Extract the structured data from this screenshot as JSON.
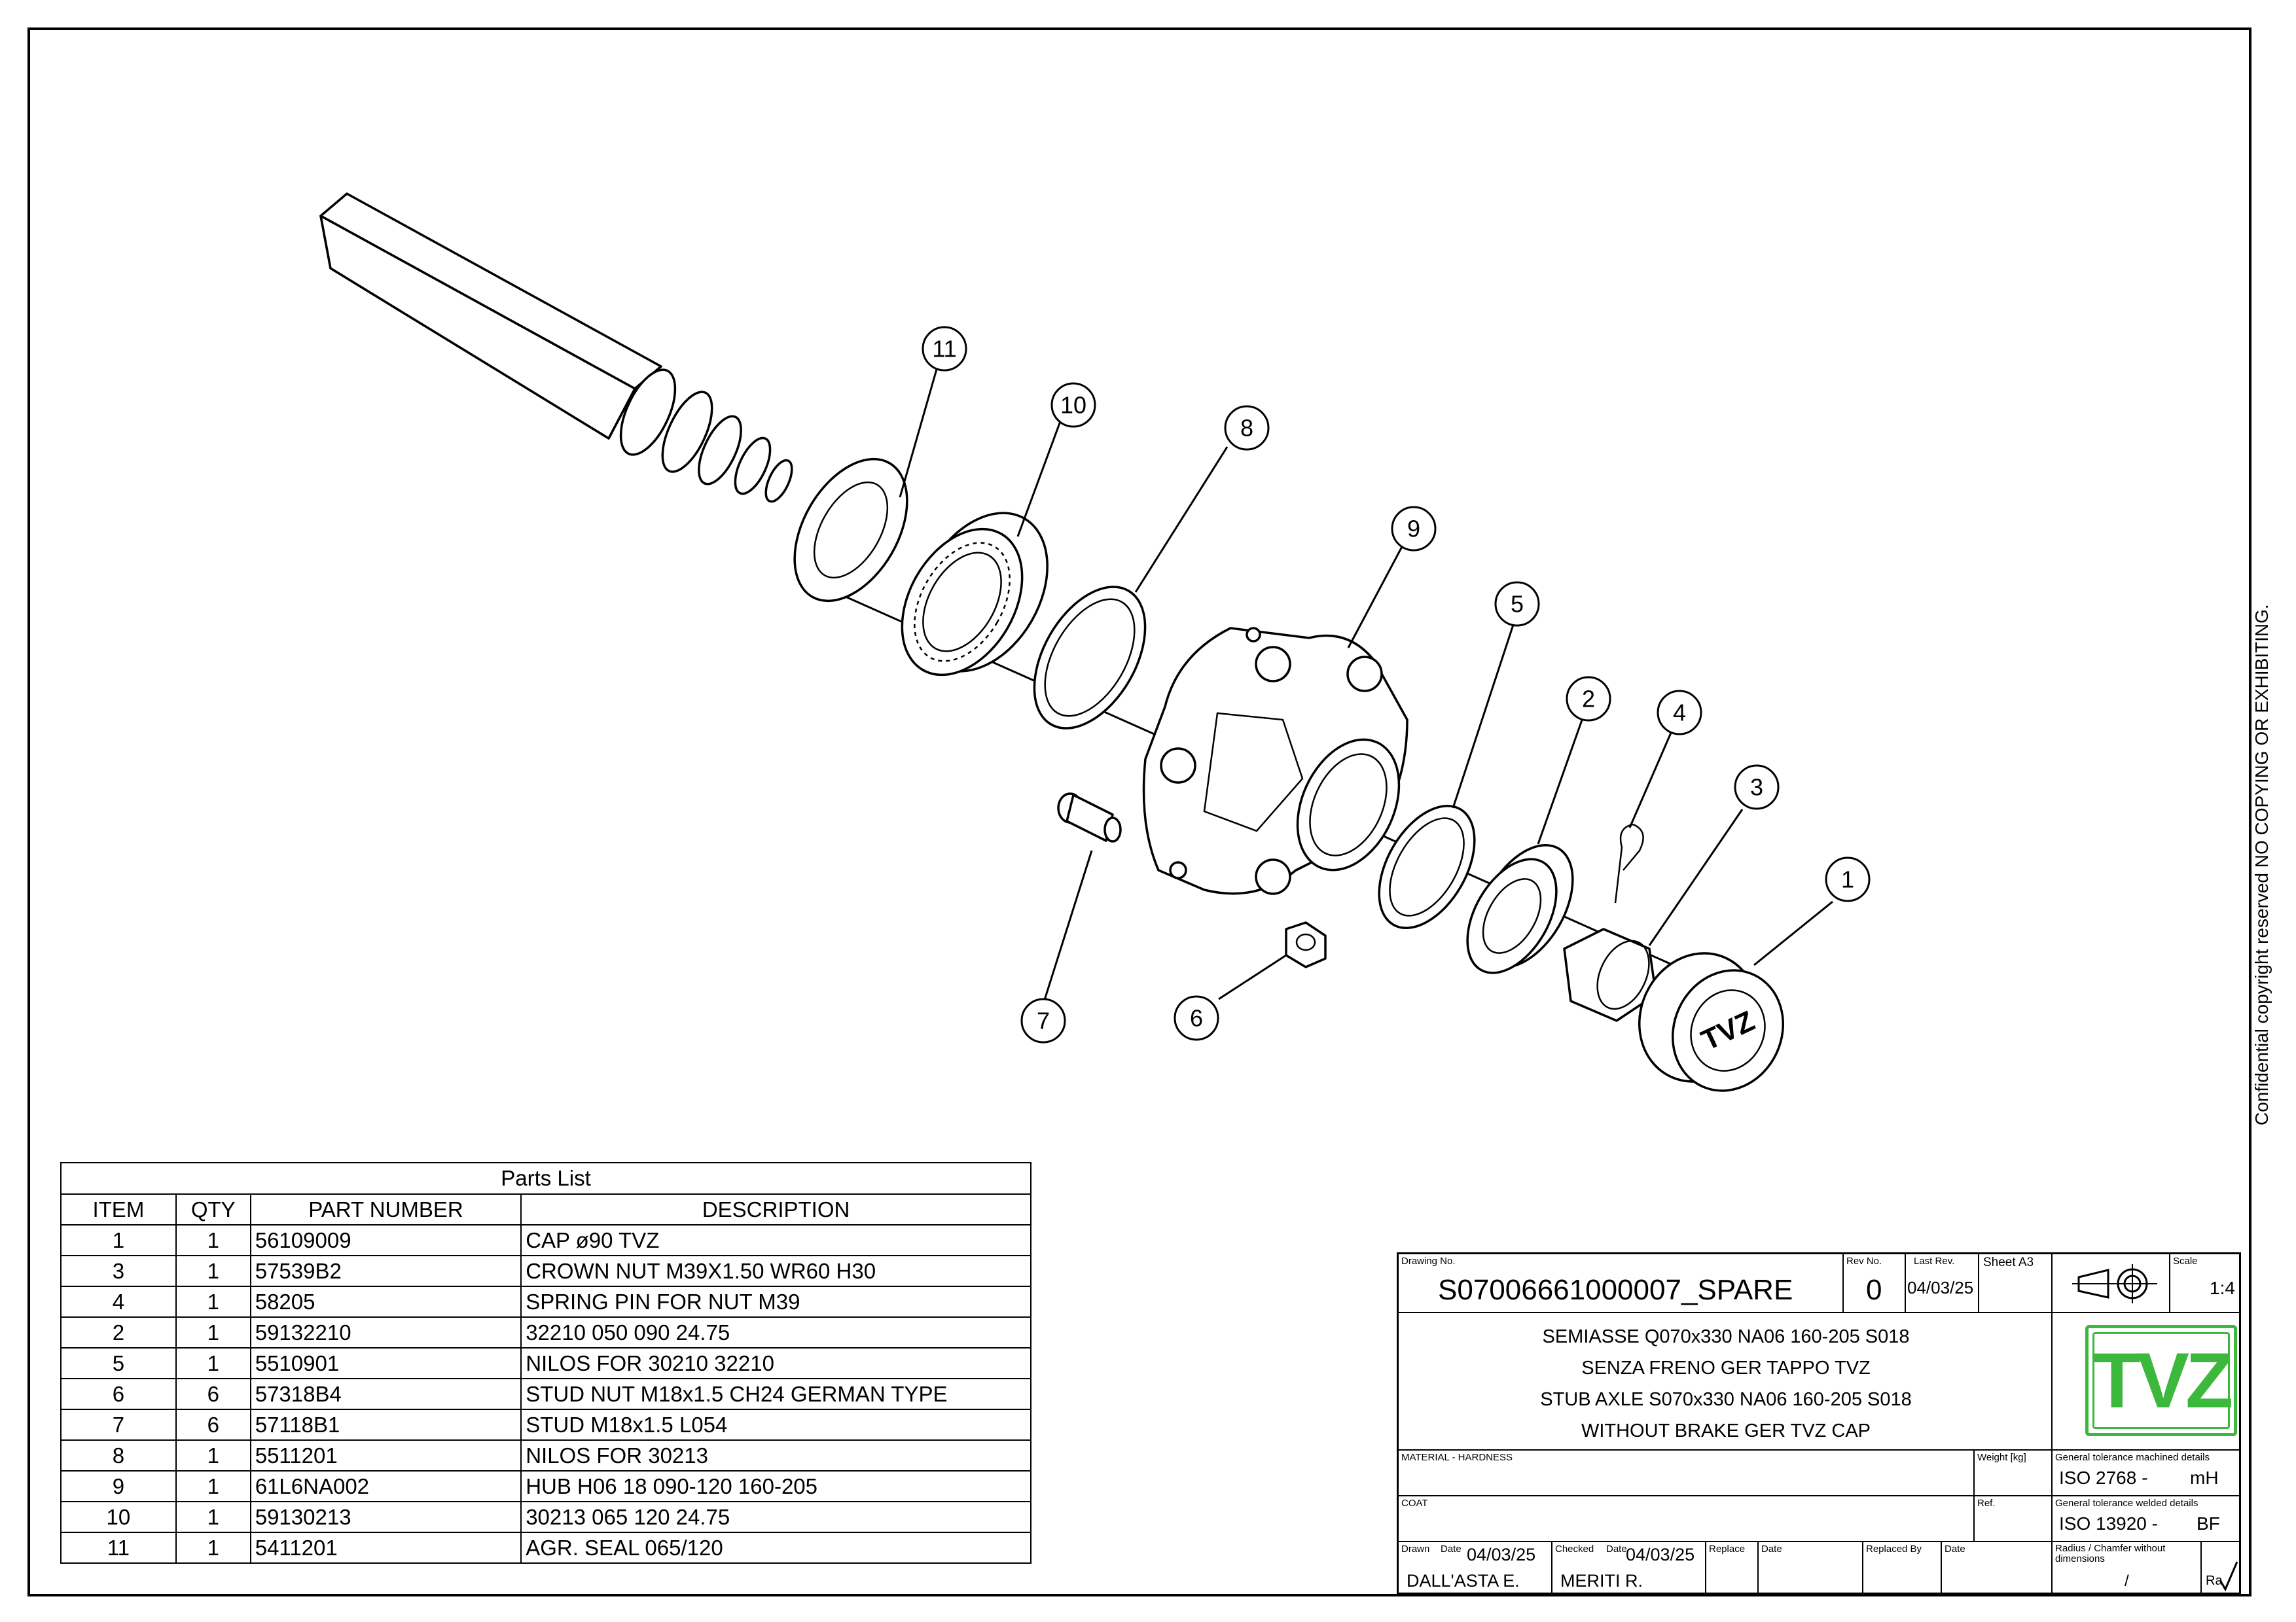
{
  "confidential_note": "Confidential copyright reserved NO COPYING OR EXHIBITING.",
  "callouts": [
    {
      "label": "11"
    },
    {
      "label": "10"
    },
    {
      "label": "8"
    },
    {
      "label": "9"
    },
    {
      "label": "5"
    },
    {
      "label": "2"
    },
    {
      "label": "4"
    },
    {
      "label": "3"
    },
    {
      "label": "1"
    },
    {
      "label": "7"
    },
    {
      "label": "6"
    }
  ],
  "parts_list": {
    "title": "Parts List",
    "headers": [
      "ITEM",
      "QTY",
      "PART NUMBER",
      "DESCRIPTION"
    ],
    "rows": [
      [
        "1",
        "1",
        "56109009",
        "CAP ø90 TVZ"
      ],
      [
        "3",
        "1",
        "57539B2",
        "CROWN NUT M39X1.50 WR60 H30"
      ],
      [
        "4",
        "1",
        "58205",
        "SPRING PIN FOR NUT M39"
      ],
      [
        "2",
        "1",
        "59132210",
        "32210 050 090 24.75"
      ],
      [
        "5",
        "1",
        "5510901",
        "NILOS FOR 30210 32210"
      ],
      [
        "6",
        "6",
        "57318B4",
        "STUD NUT M18x1.5 CH24 GERMAN TYPE"
      ],
      [
        "7",
        "6",
        "57118B1",
        "STUD M18x1.5 L054"
      ],
      [
        "8",
        "1",
        "5511201",
        "NILOS FOR 30213"
      ],
      [
        "9",
        "1",
        "61L6NA002",
        "HUB H06 18 090-120 160-205"
      ],
      [
        "10",
        "1",
        "59130213",
        "30213 065 120 24.75"
      ],
      [
        "11",
        "1",
        "5411201",
        "AGR. SEAL 065/120"
      ]
    ]
  },
  "title_block": {
    "drawing_no_label": "Drawing No.",
    "drawing_no": "S07006661000007_SPARE",
    "rev_label": "Rev No.",
    "rev": "0",
    "last_rev_label": "Last Rev.",
    "last_rev": "04/03/25",
    "sheet_label": "Sheet A3",
    "scale_label": "Scale",
    "scale": "1:4",
    "description": [
      "SEMIASSE Q070x330 NA06 160-205 S018",
      "SENZA FRENO GER TAPPO TVZ",
      "STUB AXLE S070x330 NA06 160-205 S018",
      "WITHOUT BRAKE GER TVZ CAP"
    ],
    "logo_text": "TVZ",
    "logo_color": "#3cb83c",
    "material_label": "MATERIAL - HARDNESS",
    "weight_label": "Weight [kg]",
    "coat_label": "COAT",
    "ref_label": "Ref.",
    "tol_machined_label": "General tolerance machined details",
    "tol_machined_value": "ISO 2768 -",
    "tol_machined_class": "mH",
    "tol_welded_label": "General tolerance welded details",
    "tol_welded_value": "ISO 13920 -",
    "tol_welded_class": "BF",
    "drawn_label": "Drawn",
    "date_label": "Date",
    "drawn_date": "04/03/25",
    "drawn_by": "DALL'ASTA E.",
    "checked_label": "Checked",
    "checked_date": "04/03/25",
    "checked_by": "MERITI R.",
    "replace_label": "Replace",
    "replaced_by_label": "Replaced By",
    "radius_label": "Radius / Chamfer without dimensions",
    "radius_value": "/",
    "ra_label": "Ra"
  }
}
